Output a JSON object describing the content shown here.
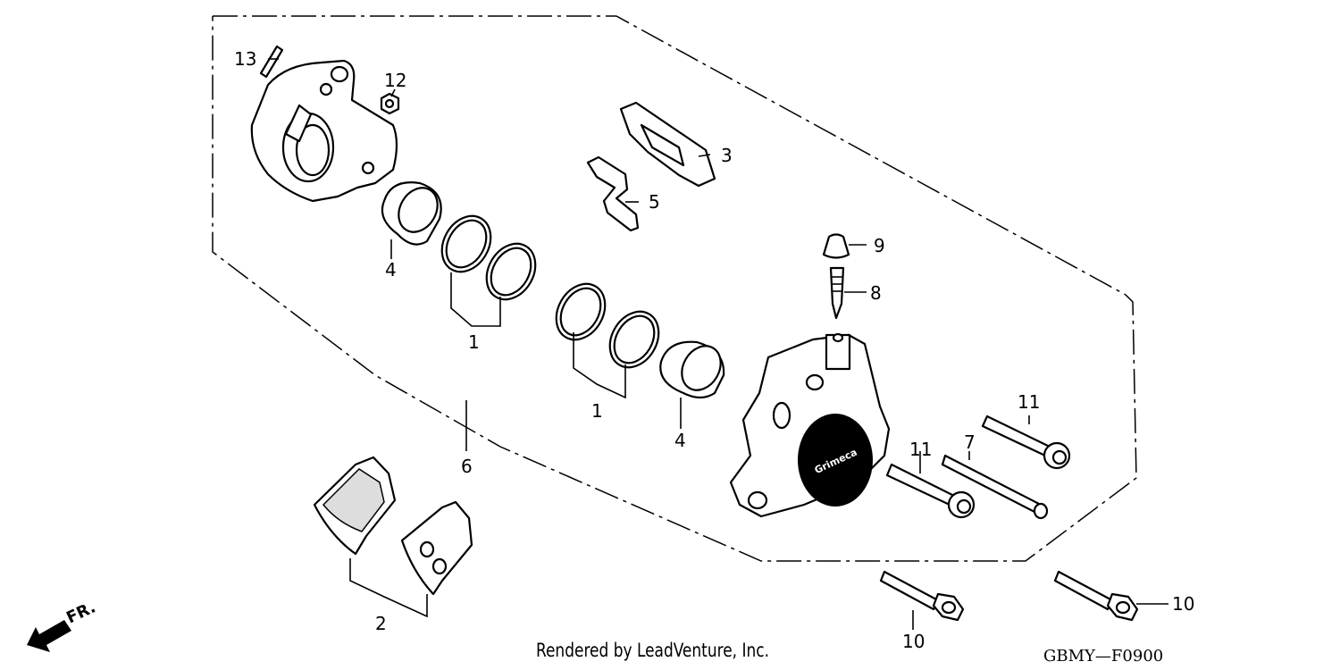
{
  "callouts": {
    "c1a": "1",
    "c1b": "1",
    "c2": "2",
    "c3": "3",
    "c4a": "4",
    "c4b": "4",
    "c5": "5",
    "c6": "6",
    "c7": "7",
    "c8": "8",
    "c9": "9",
    "c10a": "10",
    "c10b": "10",
    "c11a": "11",
    "c11b": "11",
    "c12": "12",
    "c13": "13"
  },
  "caliper_logo": "Grimeca",
  "direction_label": "FR.",
  "credit": "Rendered by LeadVenture, Inc.",
  "diagram_code": "GBMY—F0900"
}
